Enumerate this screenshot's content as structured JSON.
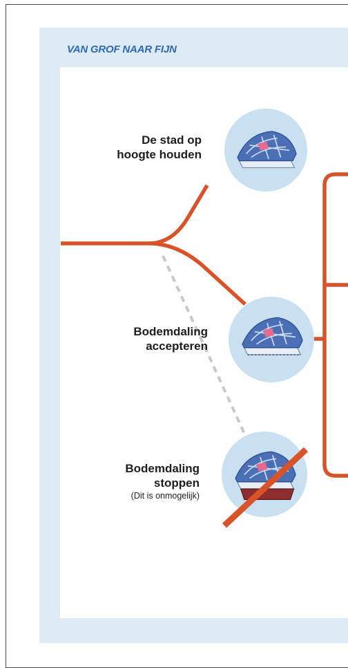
{
  "title": "VAN GROF NAAR FIJN",
  "options": [
    {
      "id": "hoogte",
      "lines": [
        "De stad op",
        "hoogte houden"
      ],
      "icon": "city-block-icon",
      "crossed_out": false
    },
    {
      "id": "accepteren",
      "lines": [
        "Bodemdaling",
        "accepteren"
      ],
      "icon": "city-block-icon",
      "crossed_out": false
    },
    {
      "id": "stoppen",
      "lines": [
        "Bodemdaling",
        "stoppen"
      ],
      "note": "(Dit is onmogelijk)",
      "icon": "city-block-icon",
      "crossed_out": true
    }
  ],
  "colors": {
    "branch": "#d9532a",
    "dashed": "#c9c9c9",
    "circle": "#c9e0f3",
    "panel": "#dcebf6",
    "title": "#2f67b0"
  }
}
